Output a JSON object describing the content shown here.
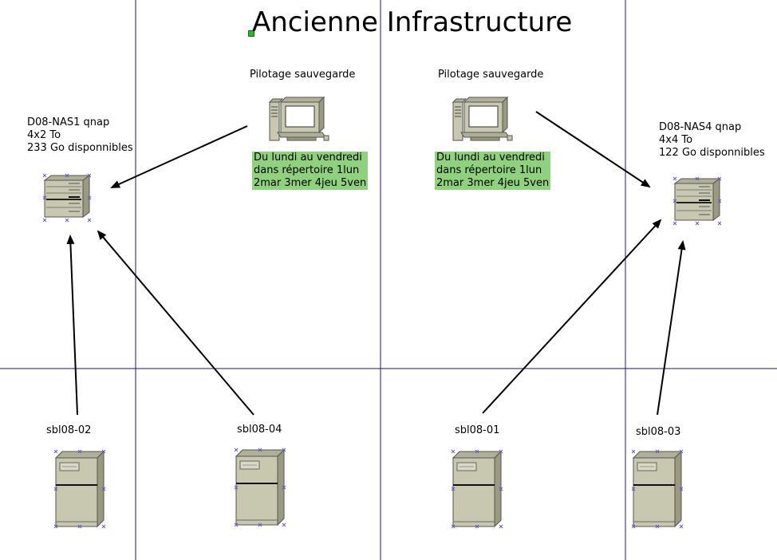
{
  "title": "Ancienne Infrastructure",
  "nas_left": {
    "name": "D08-NAS1 qnap",
    "disks": "4x2 To",
    "free": "233 Go disponnibles"
  },
  "nas_right": {
    "name": "D08-NAS4 qnap",
    "disks": "4x4 To",
    "free": "122 Go disponnibles"
  },
  "pilot_left": {
    "label": "Pilotage sauvegarde",
    "note": [
      "Du lundi au vendredi",
      "dans répertoire 1lun",
      "2mar 3mer 4jeu 5ven"
    ]
  },
  "pilot_right": {
    "label": "Pilotage sauvegarde",
    "note": [
      "Du lundi au vendredi",
      "dans répertoire 1lun",
      "2mar 3mer 4jeu 5ven"
    ]
  },
  "servers": [
    "sbl08-02",
    "sbl08-04",
    "sbl08-01",
    "sbl08-03"
  ],
  "colors": {
    "guide_line": "#1a1a66",
    "arrow": "#000000",
    "note_bg": "#8fd17f",
    "device_face": "#c8c8b0",
    "device_side": "#9a9a80",
    "handle": "#6a5ad0"
  }
}
